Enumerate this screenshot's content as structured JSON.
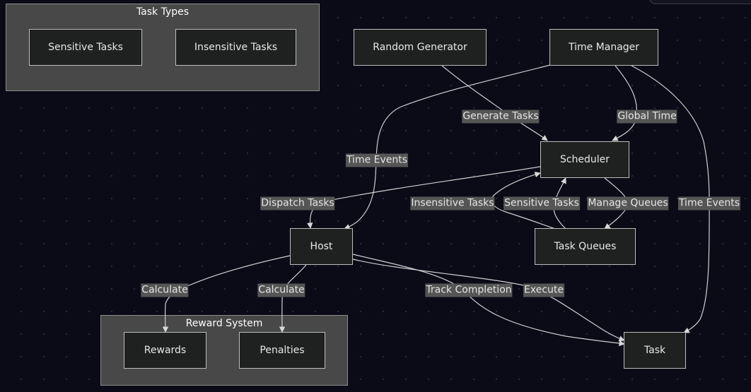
{
  "clusters": {
    "task_types": "Task Types",
    "reward_system": "Reward System"
  },
  "nodes": {
    "sensitive_tasks": "Sensitive Tasks",
    "insensitive_tasks": "Insensitive Tasks",
    "random_generator": "Random Generator",
    "time_manager": "Time Manager",
    "scheduler": "Scheduler",
    "host": "Host",
    "task_queues": "Task Queues",
    "rewards": "Rewards",
    "penalties": "Penalties",
    "task": "Task"
  },
  "edges": {
    "generate_tasks": "Generate Tasks",
    "global_time": "Global Time",
    "time_events_host": "Time Events",
    "dispatch_tasks": "Dispatch Tasks",
    "insensitive_tasks": "Insensitive Tasks",
    "sensitive_tasks": "Sensitive Tasks",
    "manage_queues": "Manage Queues",
    "time_events_task": "Time Events",
    "calculate_rewards": "Calculate",
    "calculate_penalties": "Calculate",
    "track_completion": "Track Completion",
    "execute": "Execute"
  }
}
